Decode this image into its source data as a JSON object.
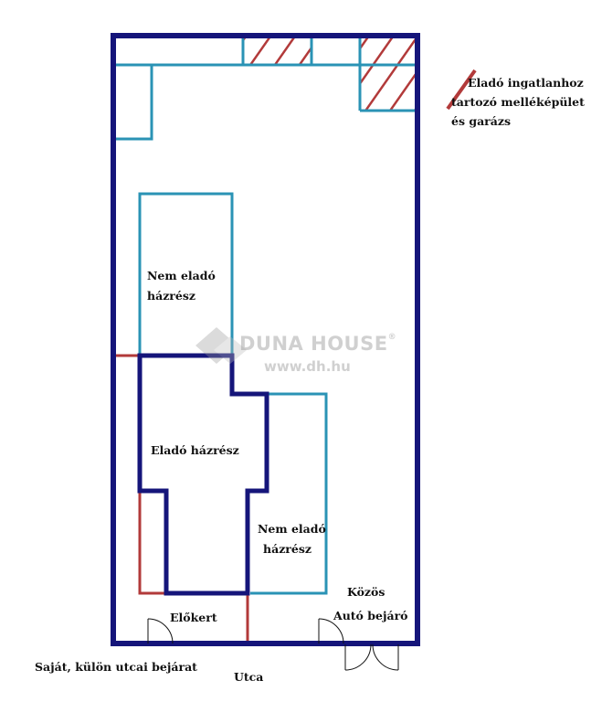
{
  "labels": {
    "not_for_sale_upper": [
      "Nem eladó",
      "házrész"
    ],
    "for_sale": "Eladó házrész",
    "not_for_sale_lower": [
      "Nem eladó",
      "házrész"
    ],
    "common_line1": "Közös",
    "common_line2": "Autó bejáró",
    "front_garden": "Előkert",
    "own_entrance": "Saját, külön utcai bejárat",
    "street": "Utca"
  },
  "legend": {
    "lines": [
      "Eladó ingatlanhoz",
      "tartozó melléképület",
      "és garázs"
    ]
  },
  "watermark": {
    "brand": "DUNA HOUSE",
    "registered": "®",
    "url": "www.dh.hu"
  },
  "colors": {
    "outer_wall": "#15157a",
    "for_sale_wall": "#15157a",
    "not_for_sale_wall": "#2a93b5",
    "property_line": "#b23a3a",
    "hatch": "#b23a3a"
  }
}
